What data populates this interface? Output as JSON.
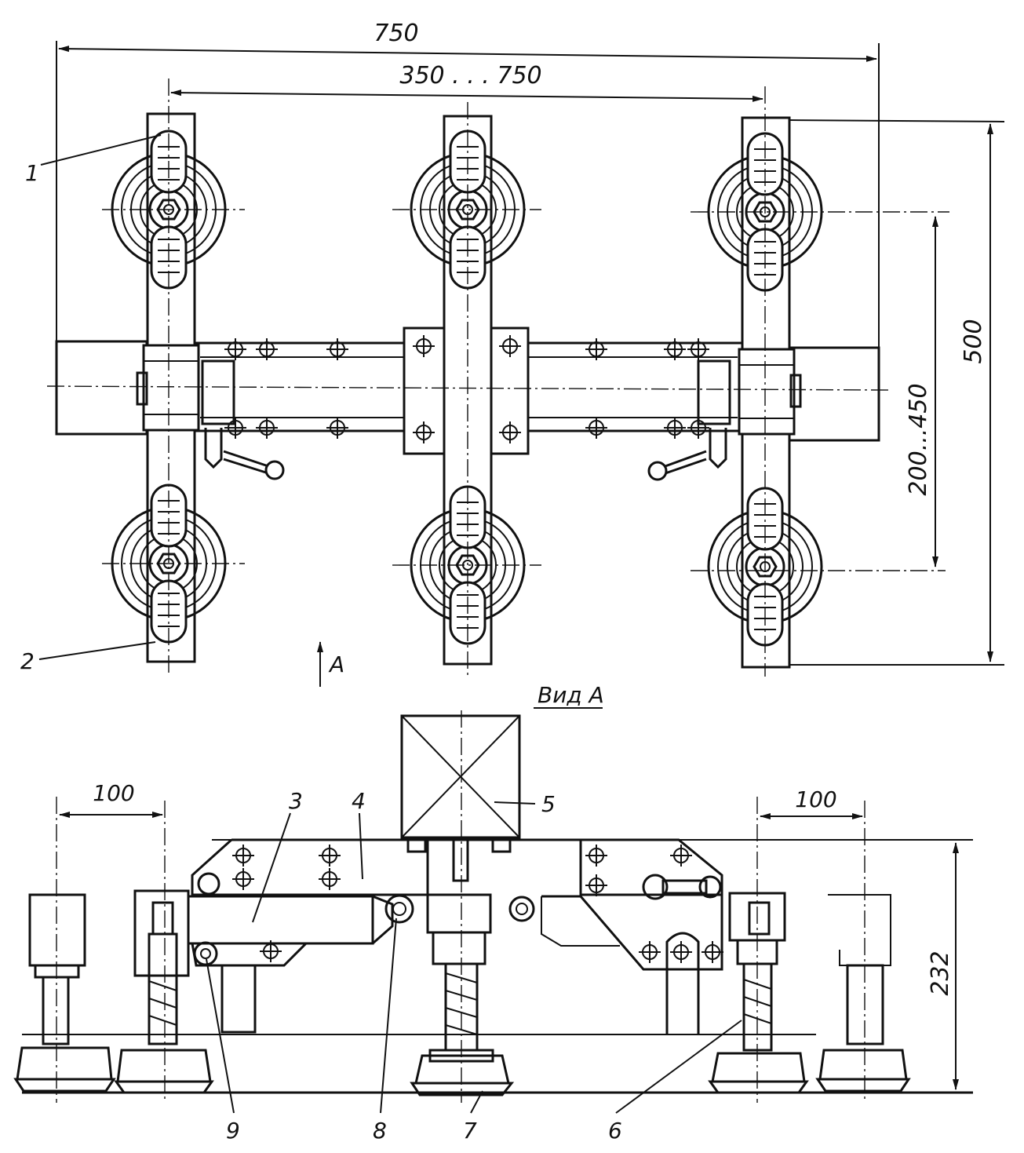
{
  "plan_view": {
    "dimensions": {
      "overall_width": "750",
      "column_spacing": "350 . . . 750",
      "overall_depth": "500",
      "row_spacing": "200...450"
    },
    "direction_marker": "A",
    "callouts": [
      "1",
      "2"
    ]
  },
  "side_view": {
    "title": "Вид А",
    "dimensions": {
      "left_offset": "100",
      "right_offset": "100",
      "height": "232"
    },
    "callouts": [
      "3",
      "4",
      "5",
      "6",
      "7",
      "8",
      "9"
    ]
  }
}
